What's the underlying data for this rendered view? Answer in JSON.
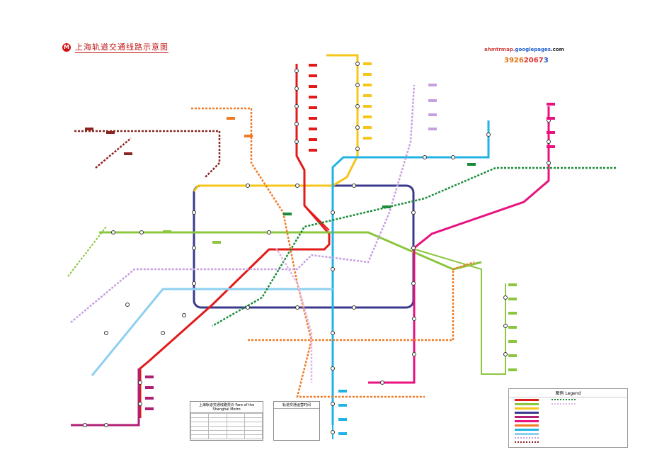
{
  "title": "上海轨道交通线路示意图",
  "website": {
    "prefix": "ahmtrmap.",
    "highlight": "googlepages",
    "suffix": ".com"
  },
  "phone": {
    "part1": "3926",
    "part2": "2067",
    "part3": "3"
  },
  "legend_title": "图例 Legend",
  "info_box_1_title": "上海轨道交通线路票价 Fare of the Shanghai Metro",
  "info_box_2_title": "轨道交通运营时间",
  "colors": {
    "line1": "#e21a1a",
    "line2": "#8cc63e",
    "line3": "#f5c518",
    "line4": "#3a3a8c",
    "line5": "#b01f73",
    "line6": "#e8127f",
    "line7": "#f07a24",
    "line8": "#22b3e6",
    "line9": "#8ed0f0",
    "line10": "#c6a0e0",
    "line11": "#8b2520",
    "line12": "#1a8c3a",
    "line13": "#e1b6e6"
  },
  "icons": [
    "metro-logo-icon"
  ]
}
